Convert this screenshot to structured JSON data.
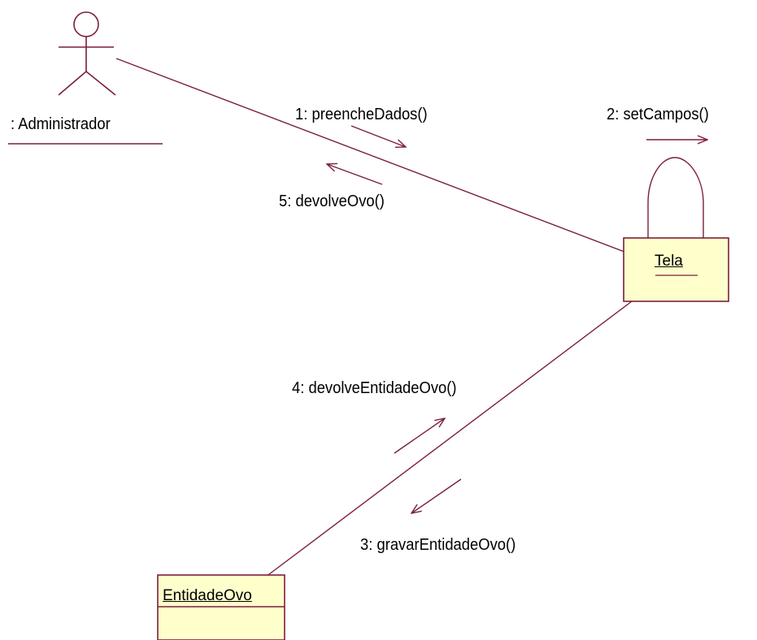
{
  "colors": {
    "line": "#7b1e3c",
    "object_fill": "#ffffcc",
    "object_border": "#7b1e3c",
    "text": "#000000"
  },
  "actor": {
    "icon": "stick-figure-icon",
    "name": ": Administrador"
  },
  "objects": {
    "tela": "Tela",
    "entidade_ovo": "EntidadeOvo"
  },
  "messages": [
    {
      "seq": 1,
      "text": "1: preencheDados()",
      "from": "Administrador",
      "to": "Tela"
    },
    {
      "seq": 2,
      "text": "2: setCampos()",
      "from": "Tela",
      "to": "Tela"
    },
    {
      "seq": 3,
      "text": "3: gravarEntidadeOvo()",
      "from": "Tela",
      "to": "EntidadeOvo"
    },
    {
      "seq": 4,
      "text": "4: devolveEntidadeOvo()",
      "from": "EntidadeOvo",
      "to": "Tela"
    },
    {
      "seq": 5,
      "text": "5: devolveOvo()",
      "from": "Tela",
      "to": "Administrador"
    }
  ]
}
